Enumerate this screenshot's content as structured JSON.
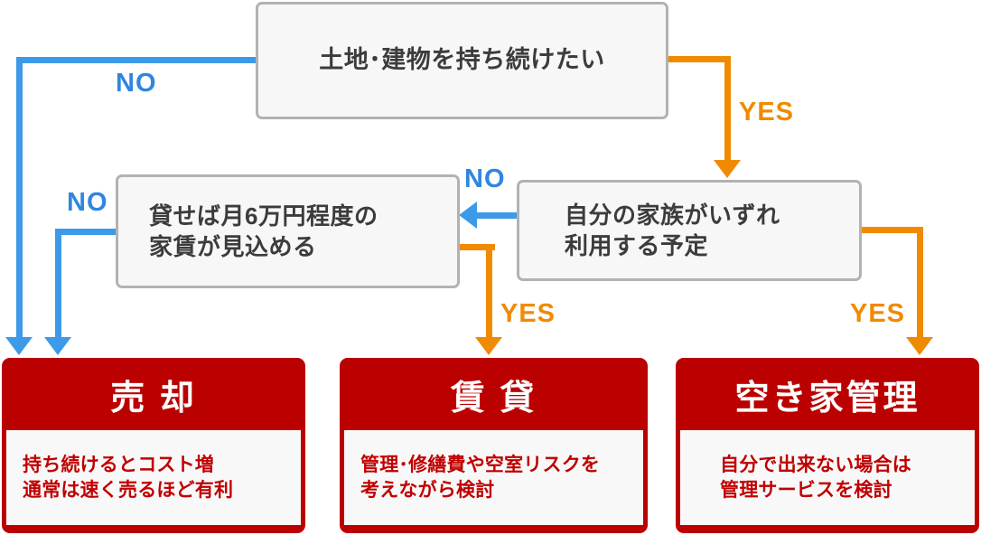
{
  "diagram": {
    "title_text": "土地･建物を持ち続けたい",
    "colors": {
      "yes_branch": "#f08a00",
      "no_branch": "#3d9ae8",
      "result_red": "#bb0000",
      "result_text_red": "#c00000",
      "question_border": "#b2b2b2",
      "question_fill": "#f7f7f7",
      "question_text": "#3c3c3c"
    },
    "questions": [
      {
        "id": "keep",
        "text": "土地･建物を持ち続けたい"
      },
      {
        "id": "rent",
        "text": "貸せば月6万円程度の\n家賃が見込める"
      },
      {
        "id": "family",
        "text": "自分の家族がいずれ\n利用する予定"
      }
    ],
    "results": [
      {
        "id": "sell",
        "heading": "売 却",
        "body": "持ち続けるとコスト増\n通常は速く売るほど有利"
      },
      {
        "id": "lease",
        "heading": "賃 貸",
        "body": "管理･修繕費や空室リスクを\n考えながら検討"
      },
      {
        "id": "vacant",
        "heading": "空き家管理",
        "body": "自分で出来ない場合は\n管理サービスを検討"
      }
    ],
    "edges": [
      {
        "id": "keep-no",
        "label": "NO",
        "branch": "no",
        "from": "keep",
        "to": "sell"
      },
      {
        "id": "keep-yes",
        "label": "YES",
        "branch": "yes",
        "from": "keep",
        "to": "family"
      },
      {
        "id": "family-no",
        "label": "NO",
        "branch": "no",
        "from": "family",
        "to": "rent"
      },
      {
        "id": "family-yes",
        "label": "YES",
        "branch": "yes",
        "from": "family",
        "to": "vacant"
      },
      {
        "id": "rent-no",
        "label": "NO",
        "branch": "no",
        "from": "rent",
        "to": "sell"
      },
      {
        "id": "rent-yes",
        "label": "YES",
        "branch": "yes",
        "from": "rent",
        "to": "lease"
      }
    ]
  }
}
